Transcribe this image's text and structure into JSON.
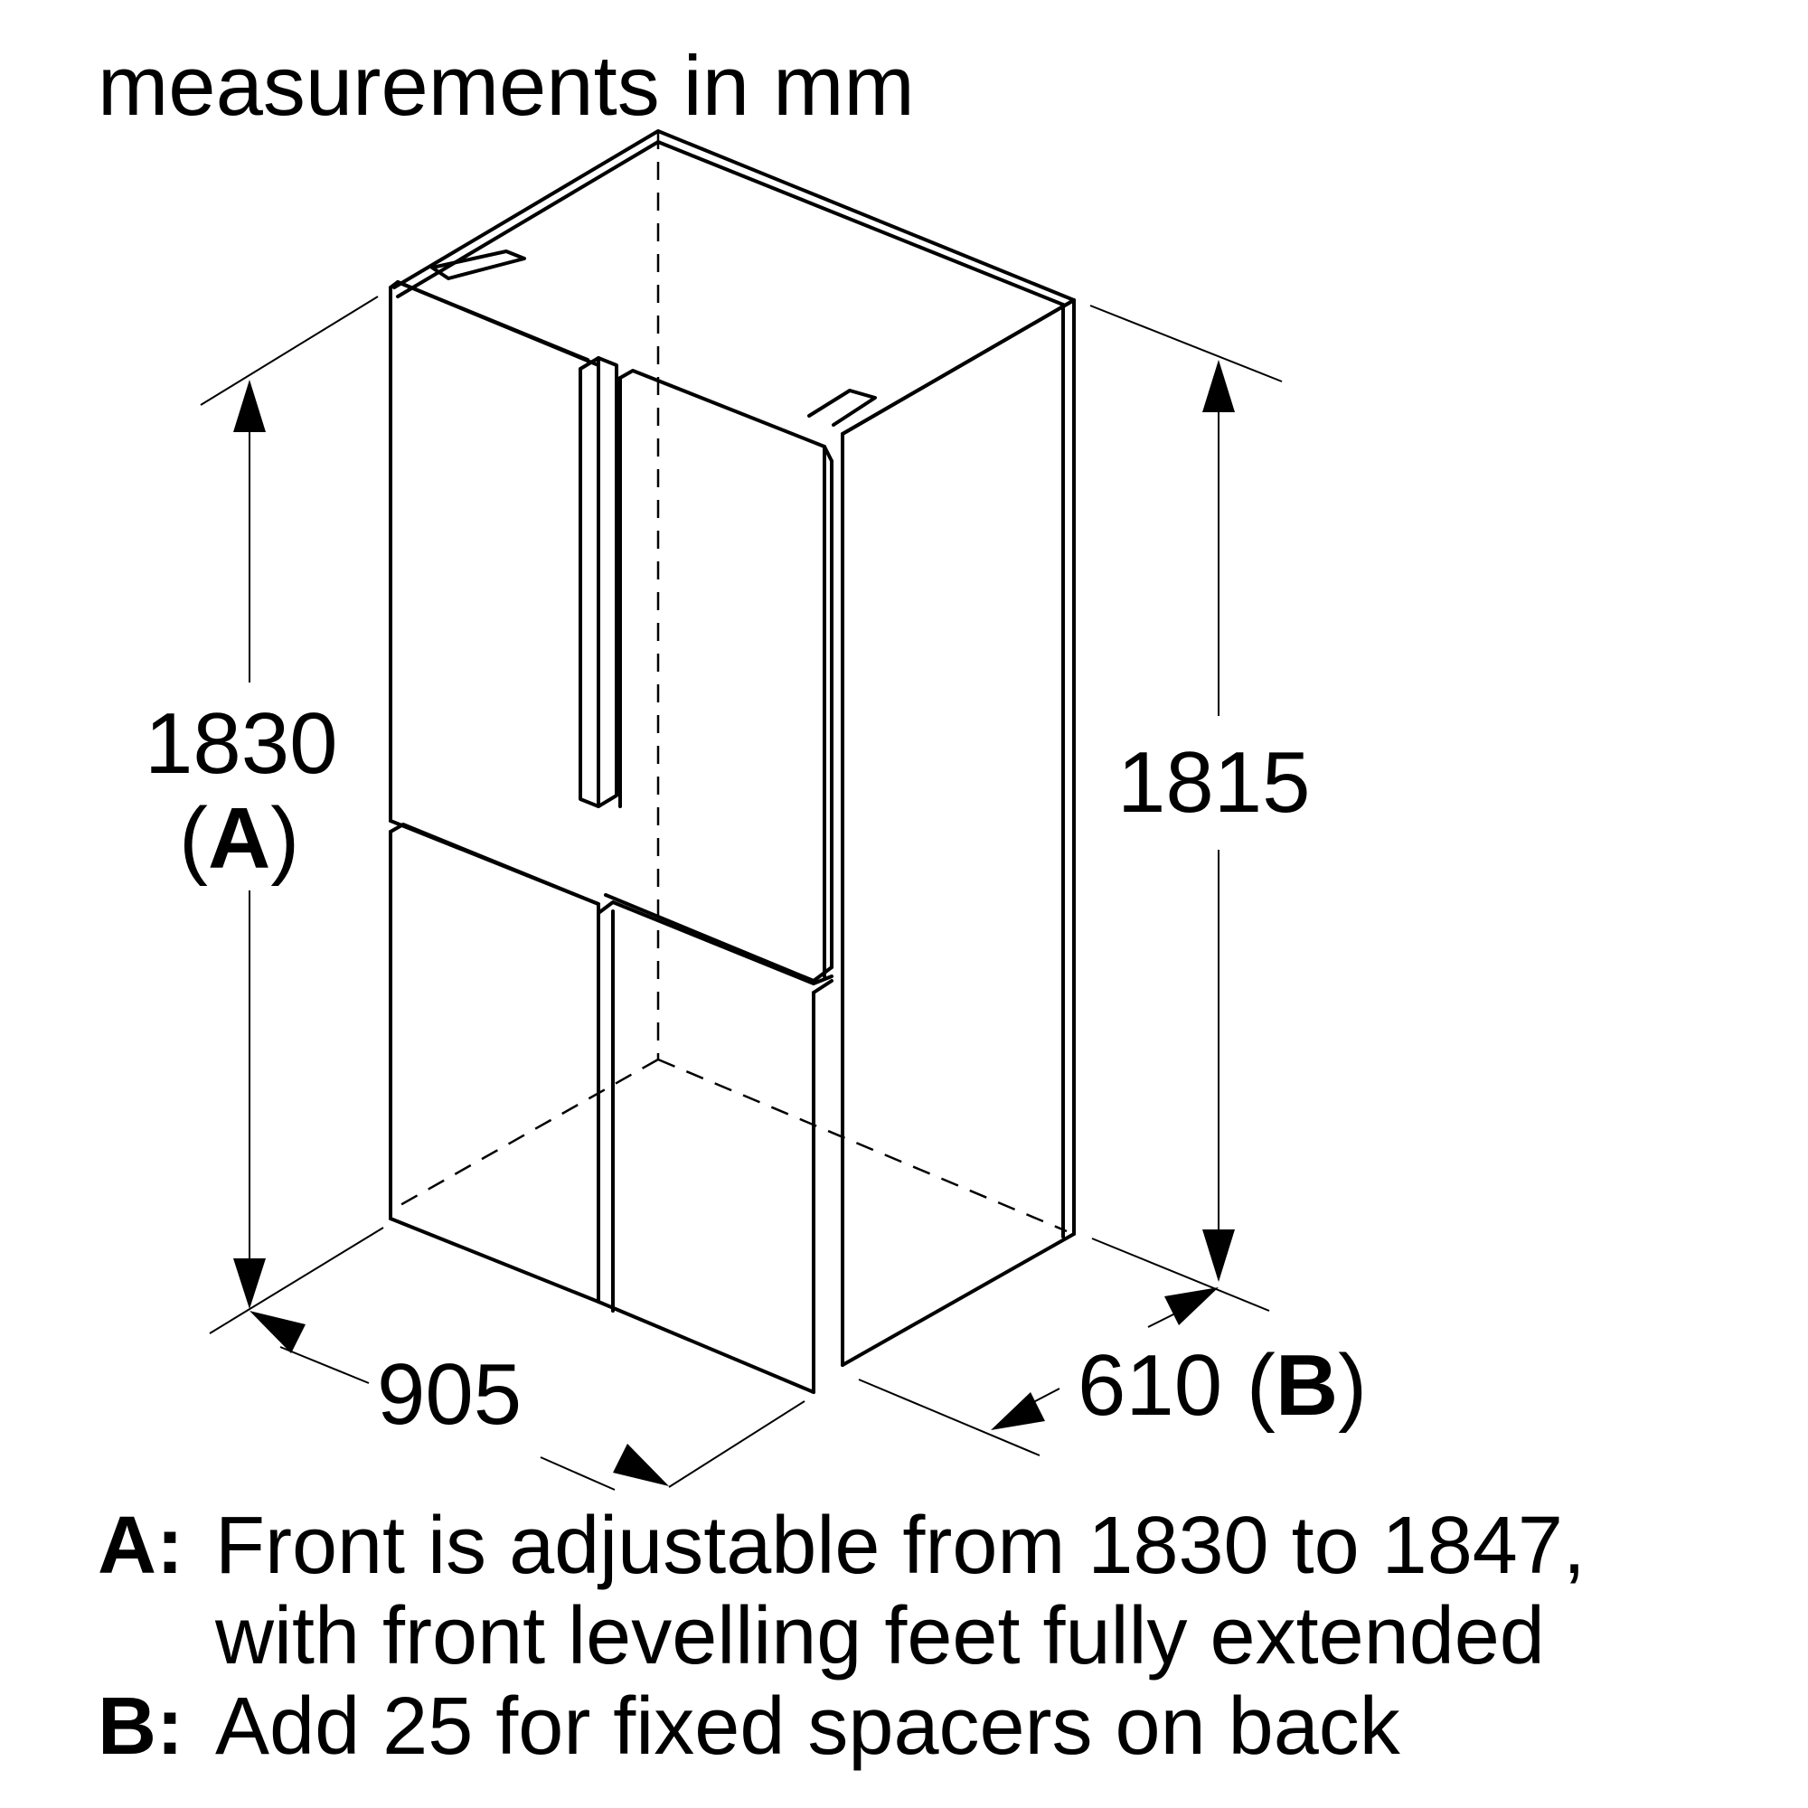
{
  "title": "measurements in mm",
  "dimensions": {
    "height_front": {
      "value": "1830",
      "paren_open": "(",
      "tag": "A",
      "paren_close": ")"
    },
    "height_back": "1815",
    "width": "905",
    "depth": {
      "value": "610",
      "paren_open": "(",
      "tag": "B",
      "paren_close": ")"
    }
  },
  "notes": [
    {
      "key": "A:",
      "lines": [
        "Front is adjustable from 1830 to 1847,",
        "with front levelling feet fully extended"
      ]
    },
    {
      "key": "B:",
      "lines": [
        "Add 25 for fixed spacers on back"
      ]
    }
  ]
}
